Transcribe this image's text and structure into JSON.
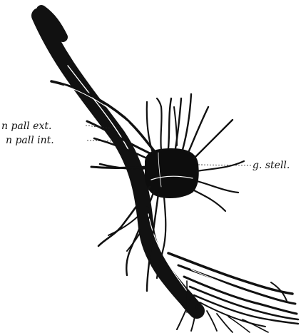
{
  "labels": {
    "n_pall_ext": "n pall ext.",
    "n_pall_int": "n pall int.",
    "g_stell": "g. stell."
  },
  "colors": {
    "ink": "#111111",
    "background": "#ffffff"
  }
}
